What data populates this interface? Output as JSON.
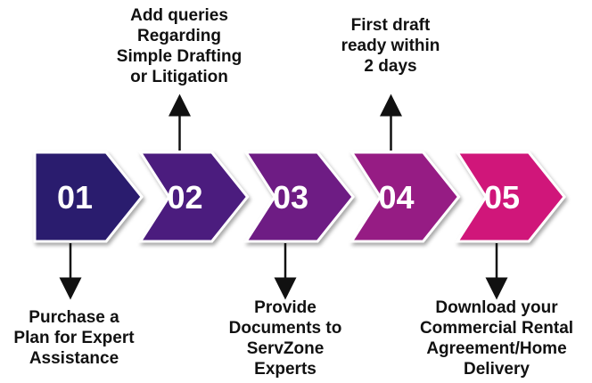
{
  "steps": [
    {
      "number": "01",
      "color": "#2b1a6e",
      "caption": "Purchase a\nPlan for Expert\nAssistance",
      "caption_side": "below"
    },
    {
      "number": "02",
      "color": "#4b1a7e",
      "caption": "Add queries\nRegarding\nSimple Drafting\nor Litigation",
      "caption_side": "above"
    },
    {
      "number": "03",
      "color": "#6e1a84",
      "caption": "Provide\nDocuments to\nServZone\nExperts",
      "caption_side": "below"
    },
    {
      "number": "04",
      "color": "#961a84",
      "caption": "First draft\nready within\n2 days",
      "caption_side": "above"
    },
    {
      "number": "05",
      "color": "#d0197a",
      "caption": "Download your\nCommercial Rental\nAgreement/Home\nDelivery",
      "caption_side": "below"
    }
  ]
}
